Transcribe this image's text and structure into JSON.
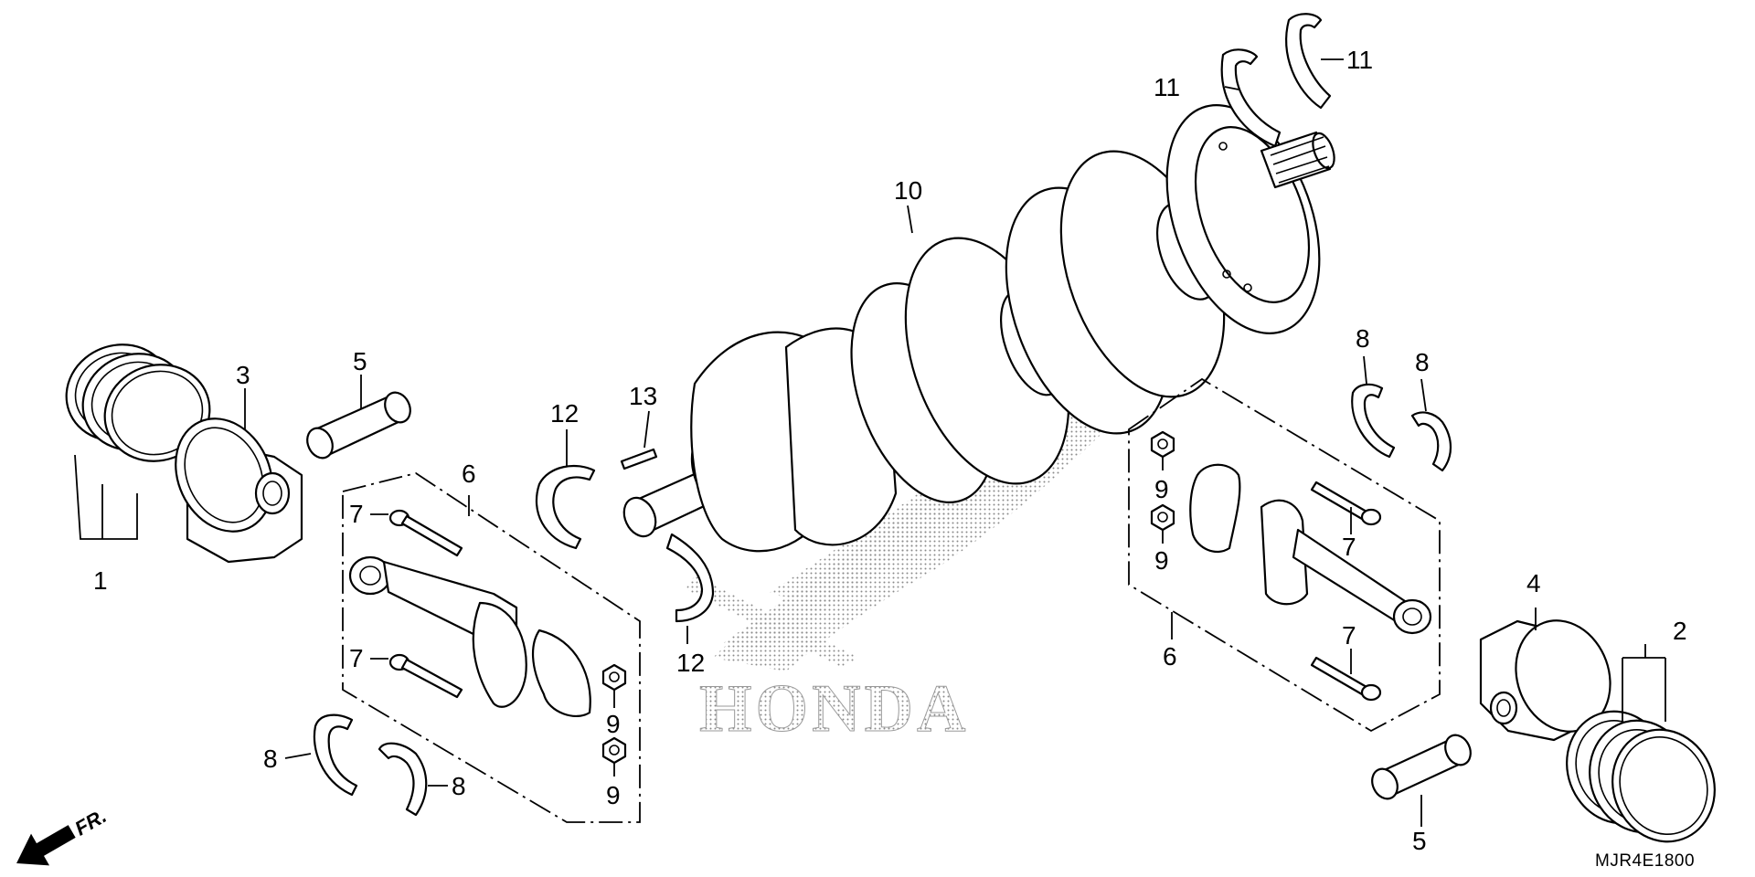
{
  "watermark": {
    "brand": "HONDA"
  },
  "front_marker": {
    "label": "FR."
  },
  "diagram_code": "MJR4E1800",
  "callouts": {
    "c1": "1",
    "c2": "2",
    "c3": "3",
    "c4": "4",
    "c5a": "5",
    "c5b": "5",
    "c6a": "6",
    "c6b": "6",
    "c7a": "7",
    "c7b": "7",
    "c7c": "7",
    "c7d": "7",
    "c8a": "8",
    "c8b": "8",
    "c8c": "8",
    "c8d": "8",
    "c9a": "9",
    "c9b": "9",
    "c9c": "9",
    "c9d": "9",
    "c10": "10",
    "c11a": "11",
    "c11b": "11",
    "c12a": "12",
    "c12b": "12",
    "c13": "13"
  }
}
